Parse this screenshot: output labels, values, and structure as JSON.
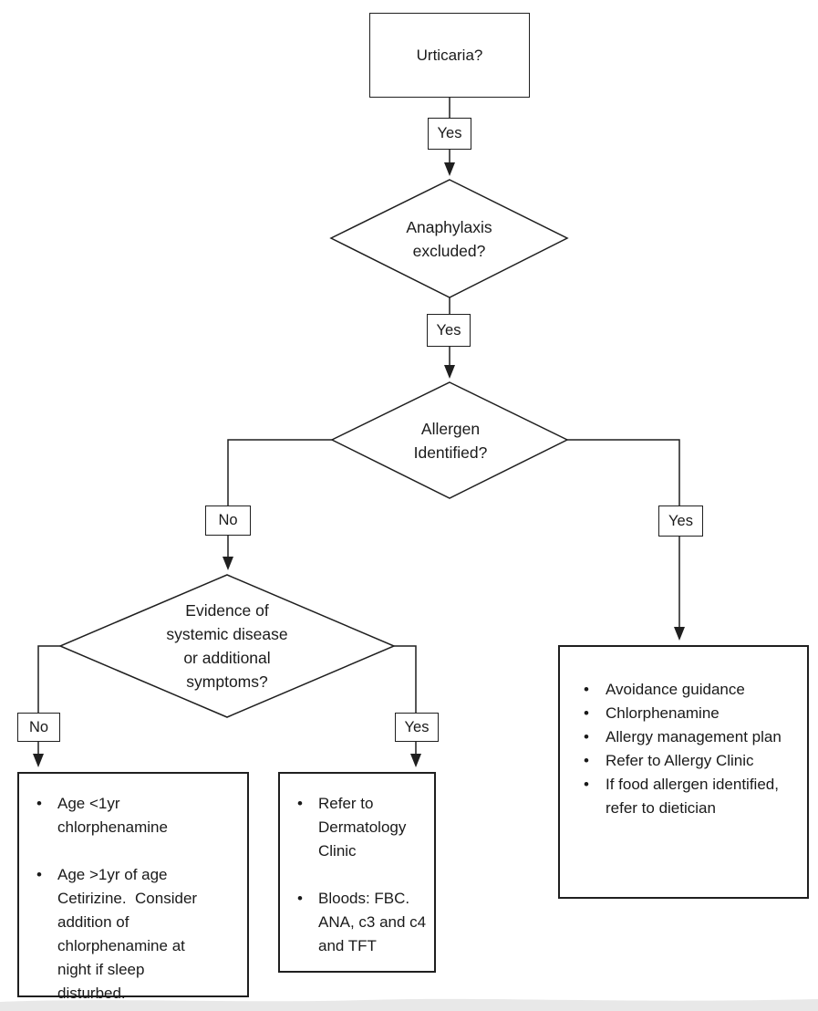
{
  "diagram": {
    "decisions": {
      "urticaria": "Urticaria?",
      "anaphylaxis": "Anaphylaxis excluded?",
      "allergen": "Allergen Identified?",
      "systemic": "Evidence of systemic disease or additional symptoms?"
    },
    "edge_labels": {
      "urticaria_yes": "Yes",
      "anaphylaxis_yes": "Yes",
      "allergen_no": "No",
      "allergen_yes": "Yes",
      "systemic_no": "No",
      "systemic_yes": "Yes"
    },
    "outcomes": {
      "allergen_identified": {
        "items": [
          "Avoidance guidance",
          "Chlorphenamine",
          "Allergy management plan",
          "Refer to Allergy Clinic",
          "If food allergen identified, refer to dietician"
        ]
      },
      "no_systemic_disease": {
        "items": [
          "Age <1yr chlorphenamine",
          "Age >1yr of age Cetirizine.  Consider addition of chlorphenamine at night if sleep disturbed."
        ]
      },
      "systemic_disease": {
        "items": [
          "Refer to Dermatology Clinic",
          "Bloods: FBC. ANA, c3 and c4 and TFT"
        ]
      }
    },
    "colors": {
      "line": "#1f1f1f",
      "text": "#1a1a1a",
      "background": "#ffffff",
      "footer_band": "#e8e8e8"
    }
  }
}
